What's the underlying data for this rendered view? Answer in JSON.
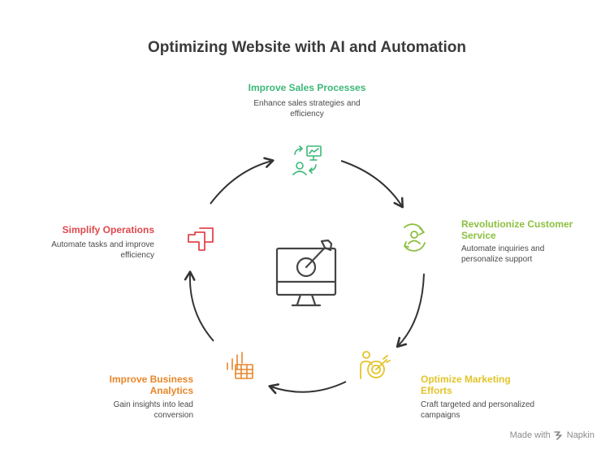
{
  "title": "Optimizing Website with AI and Automation",
  "nodes": [
    {
      "id": "sales",
      "title": "Improve Sales Processes",
      "description": "Enhance sales strategies and efficiency",
      "color": "#3cb878",
      "icon": "sales-process-icon"
    },
    {
      "id": "service",
      "title": "Revolutionize Customer Service",
      "description": "Automate inquiries and personalize support",
      "color": "#8cbf3f",
      "icon": "customer-service-icon"
    },
    {
      "id": "marketing",
      "title": "Optimize Marketing Efforts",
      "description": "Craft targeted and personalized campaigns",
      "color": "#e3c42a",
      "icon": "marketing-target-icon"
    },
    {
      "id": "analytics",
      "title": "Improve Business Analytics",
      "description": "Gain insights into lead conversion",
      "color": "#e8862a",
      "icon": "analytics-chart-icon"
    },
    {
      "id": "operations",
      "title": "Simplify Operations",
      "description": "Automate tasks and improve efficiency",
      "color": "#e0474c",
      "icon": "operations-flow-icon"
    }
  ],
  "center_icon": "monitor-target-icon",
  "footer": {
    "text": "Made with",
    "brand": "Napkin"
  }
}
